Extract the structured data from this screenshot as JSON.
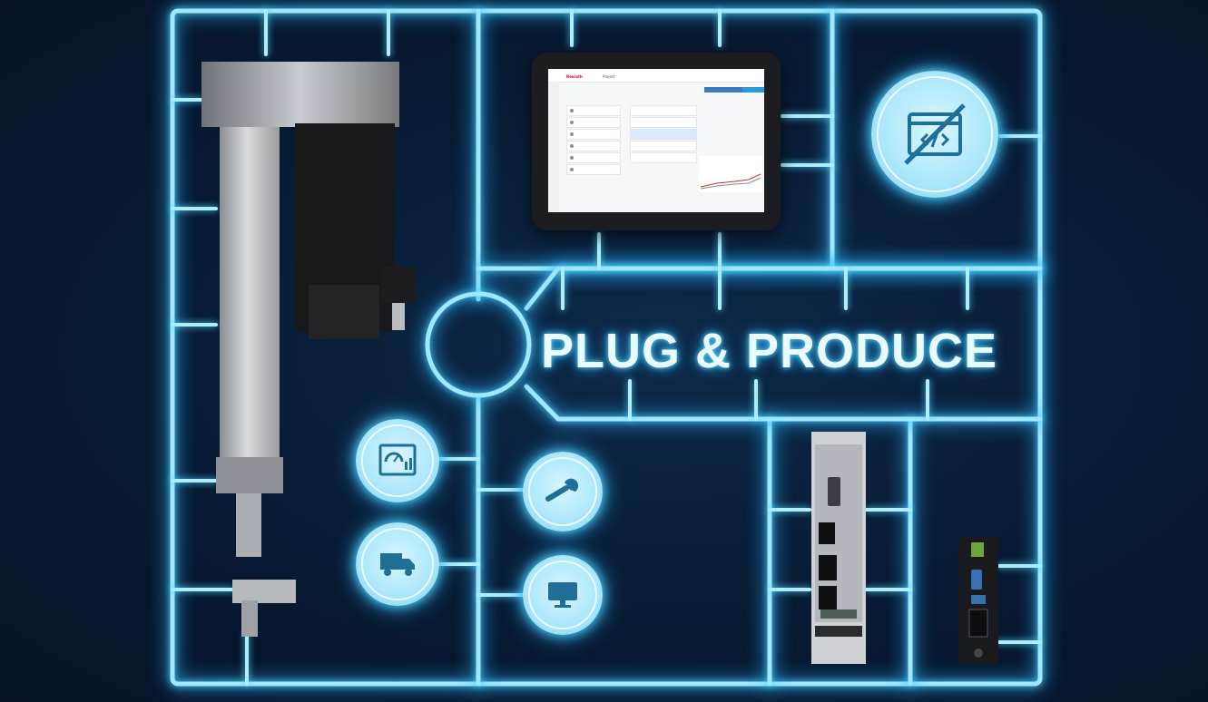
{
  "headline": {
    "text": "PLUG & PRODUCE"
  },
  "tablet_app": {
    "brand": "Rexroth",
    "title": "Project",
    "buttons": [
      "",
      "",
      ""
    ],
    "left_rows": [
      "",
      "",
      "",
      "",
      "",
      ""
    ],
    "mid_rows": [
      "",
      "",
      "",
      "",
      ""
    ]
  },
  "icons": {
    "no_code": "no-code-icon",
    "dashboard": "dashboard-icon",
    "delivery": "delivery-truck-icon",
    "wrench": "wrench-icon",
    "monitor": "monitor-icon"
  },
  "colors": {
    "glow": "#9fe8ff",
    "background": "#081a33",
    "circle": "#a9e6fb"
  }
}
